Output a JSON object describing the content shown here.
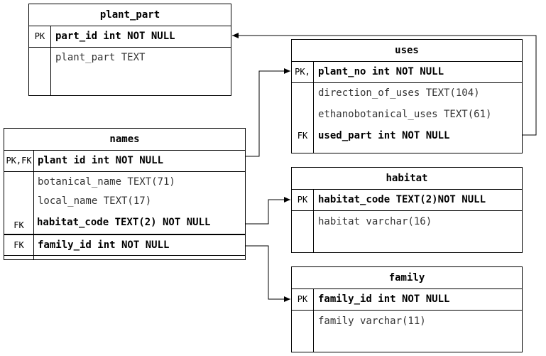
{
  "tables": {
    "plant_part": {
      "name": "plant_part",
      "rows": [
        {
          "key": "PK",
          "field": "part_id int NOT NULL"
        },
        {
          "key": "",
          "field": "plant_part TEXT"
        }
      ]
    },
    "uses": {
      "name": "uses",
      "rows": [
        {
          "key": "PK,",
          "field": "plant_no int NOT NULL"
        },
        {
          "key": "",
          "field": "direction_of_uses TEXT(104)"
        },
        {
          "key": "",
          "field": "ethanobotanical_uses TEXT(61)"
        },
        {
          "key": "FK",
          "field": "used_part int NOT NULL"
        }
      ]
    },
    "names": {
      "name": "names",
      "rows": [
        {
          "key": "PK,FK",
          "field": "plant id int NOT NULL"
        },
        {
          "key": "",
          "field": "botanical_name TEXT(71)"
        },
        {
          "key": "",
          "field": "local_name TEXT(17)"
        },
        {
          "key": "FK",
          "field": "habitat_code TEXT(2) NOT NULL"
        },
        {
          "key": "FK",
          "field": "family_id int NOT NULL"
        }
      ]
    },
    "habitat": {
      "name": "habitat",
      "rows": [
        {
          "key": "PK",
          "field": "habitat_code TEXT(2)NOT NULL"
        },
        {
          "key": "",
          "field": "habitat varchar(16)"
        }
      ]
    },
    "family": {
      "name": "family",
      "rows": [
        {
          "key": "PK",
          "field": "family_id int NOT NULL"
        },
        {
          "key": "",
          "field": "family varchar(11)"
        }
      ]
    }
  }
}
